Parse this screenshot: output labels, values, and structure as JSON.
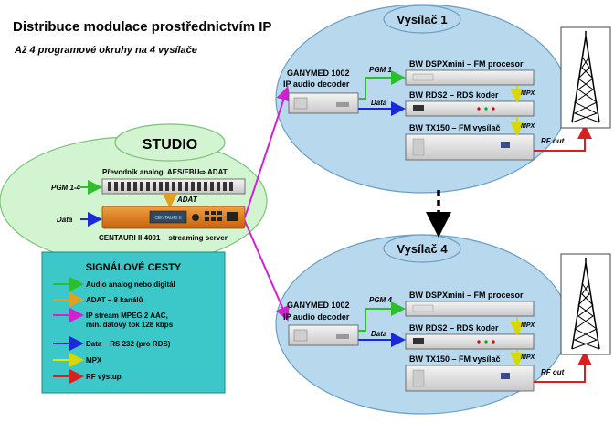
{
  "title": "Distribuce modulace prostřednictvím IP",
  "subtitle": "Až 4 programové okruhy na 4 vysílače",
  "studio": {
    "label": "STUDIO",
    "converter_label": "Převodník analog. AES/EBU⇨ ADAT",
    "pgm_input": "PGM 1-4",
    "adat_label": "ADAT",
    "data_label": "Data",
    "server_label": "CENTAURI II 4001 – streaming server",
    "server_display": "CENTAURI II"
  },
  "sites": [
    {
      "name": "Vysílač 1",
      "decoder_label": [
        "GANYMED 1002",
        "IP audio decoder"
      ],
      "pgm_label": "PGM 1",
      "data_label": "Data",
      "processor_label": "BW DSPXmini – FM procesor",
      "rds_label": "BW RDS2 – RDS koder",
      "tx_label": "BW TX150 – FM vysílač",
      "mpx1": "MPX",
      "mpx2": "MPX",
      "rf_label": "RF out"
    },
    {
      "name": "Vysílač 4",
      "decoder_label": [
        "GANYMED 1002",
        "IP audio decoder"
      ],
      "pgm_label": "PGM 4",
      "data_label": "Data",
      "processor_label": "BW DSPXmini – FM procesor",
      "rds_label": "BW RDS2 – RDS koder",
      "tx_label": "BW TX150 – FM vysílač",
      "mpx1": "MPX",
      "mpx2": "MPX",
      "rf_label": "RF out"
    }
  ],
  "legend": {
    "title": "SIGNÁLOVÉ CESTY",
    "items": [
      {
        "lines": [
          "Audio analog nebo digitál"
        ],
        "color": "#2dbe2d"
      },
      {
        "lines": [
          "ADAT – 8 kanálů"
        ],
        "color": "#e0a020"
      },
      {
        "lines": [
          "IP stream MPEG 2 AAC,",
          "min. datový tok 128 kbps"
        ],
        "color": "#d020d0"
      },
      {
        "lines": [
          "Data – RS 232 (pro RDS)"
        ],
        "color": "#1a2ad8"
      },
      {
        "lines": [
          "MPX"
        ],
        "color": "#e6e600"
      },
      {
        "lines": [
          "RF výstup"
        ],
        "color": "#d82020"
      }
    ]
  },
  "colors": {
    "audio": "#2dbe2d",
    "adat": "#e0a020",
    "ip": "#d020d0",
    "data": "#1a2ad8",
    "mpx": "#e6e600",
    "rf": "#d82020",
    "site_bg": "#b8d8ee",
    "studio_bg": "#d2f4d0",
    "legend_bg": "#3cc8c8"
  }
}
